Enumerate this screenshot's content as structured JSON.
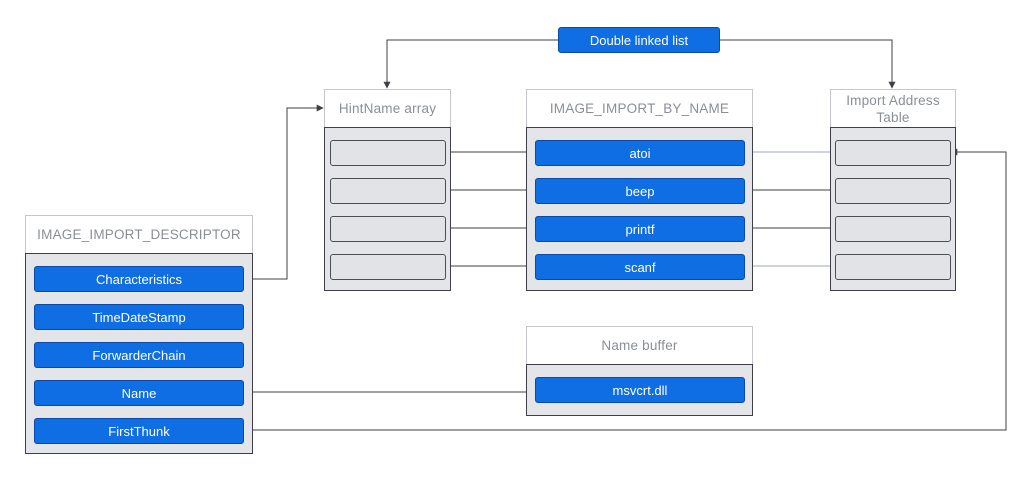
{
  "badge": {
    "label": "Double linked list",
    "color": "#0f6ee3"
  },
  "descriptor": {
    "title": "IMAGE_IMPORT_DESCRIPTOR",
    "fields": [
      "Characteristics",
      "TimeDateStamp",
      "ForwarderChain",
      "Name",
      "FirstThunk"
    ]
  },
  "hintname": {
    "title": "HintName array",
    "slot_count": 4
  },
  "by_name": {
    "title": "IMAGE_IMPORT_BY_NAME",
    "entries": [
      "atoi",
      "beep",
      "printf",
      "scanf"
    ]
  },
  "iat": {
    "title": "Import Address Table",
    "slot_count": 4
  },
  "name_buffer": {
    "title": "Name buffer",
    "value": "msvcrt.dll"
  },
  "colors": {
    "accent": "#0f6ee3",
    "panel": "#e3e5e9",
    "edge": "#3d4147"
  }
}
